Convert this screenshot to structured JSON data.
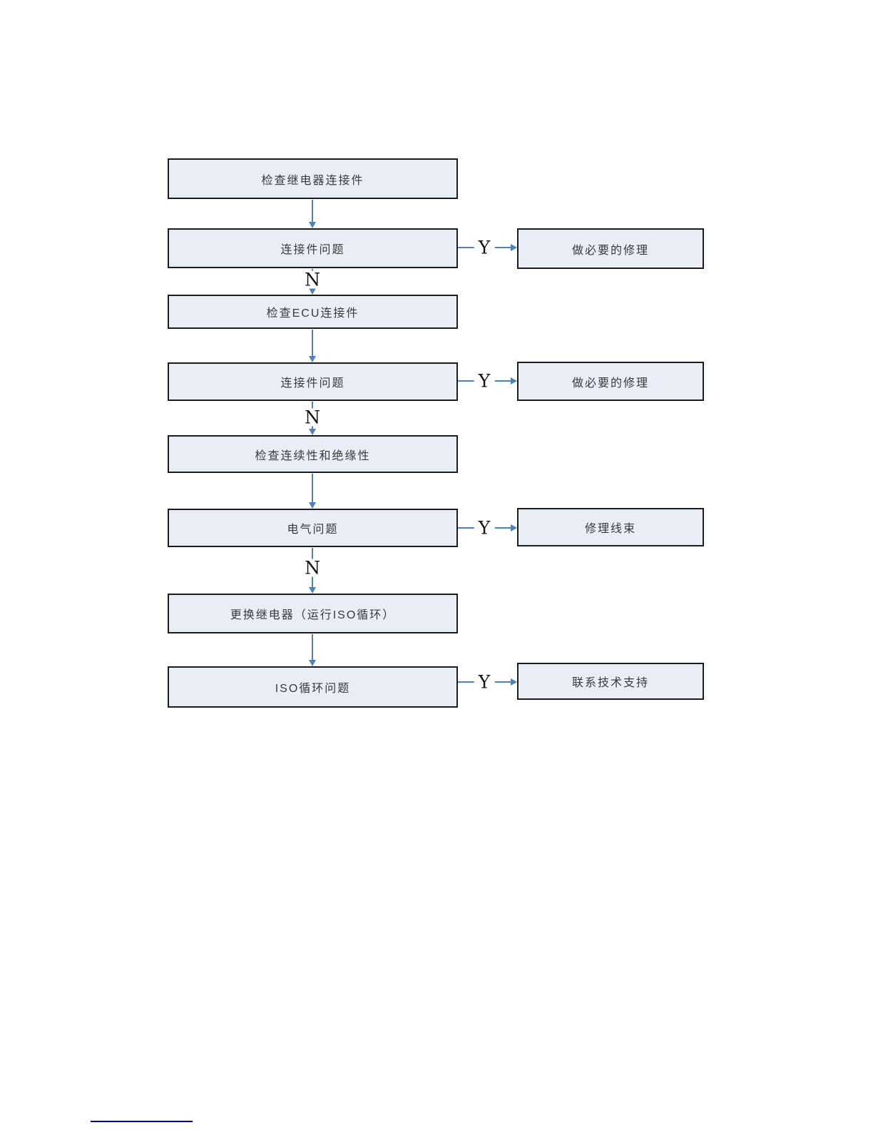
{
  "flowchart": {
    "yes_label": "Y",
    "no_label": "N",
    "colors": {
      "box_fill": "#e9edf6",
      "box_border": "#1c1c1c",
      "arrow": "#4f81bd",
      "text": "#3a3a3a",
      "footnote_divider": "#00008b"
    },
    "steps": [
      {
        "label": "检查继电器连接件"
      },
      {
        "label": "连接件问题"
      },
      {
        "label": "检查ECU连接件"
      },
      {
        "label": "连接件问题"
      },
      {
        "label": "检查连续性和绝缘性"
      },
      {
        "label": "电气问题"
      },
      {
        "label": "更换继电器（运行ISO循环）"
      },
      {
        "label": "ISO循环问题"
      }
    ],
    "outcomes": [
      {
        "label": "做必要的修理"
      },
      {
        "label": "做必要的修理"
      },
      {
        "label": "修理线束"
      },
      {
        "label": "联系技术支持"
      }
    ]
  }
}
